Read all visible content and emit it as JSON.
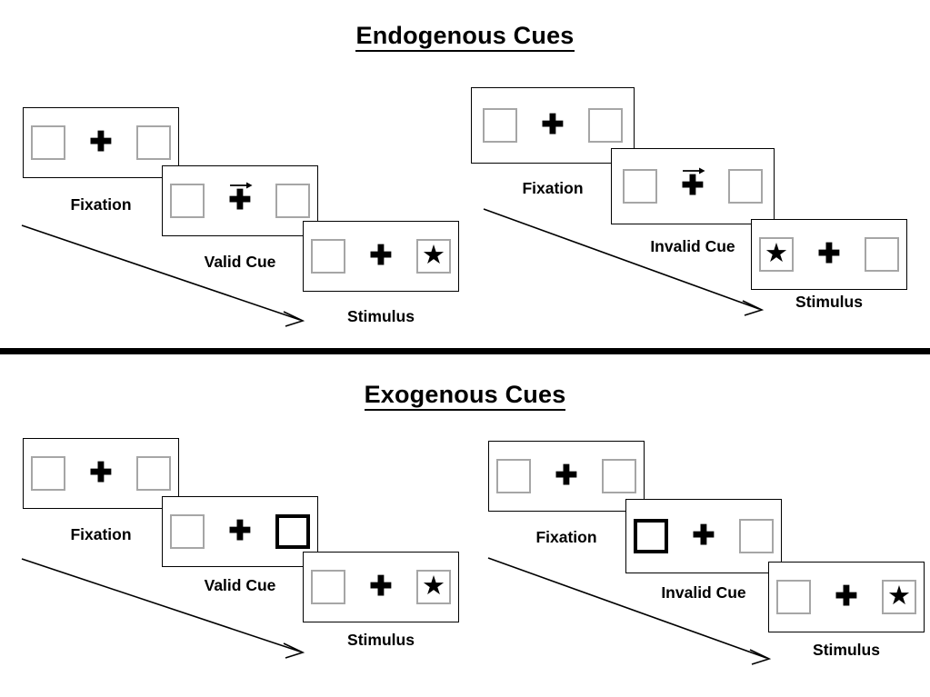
{
  "sections": [
    {
      "id": "endogenous",
      "title": "Endogenous Cues",
      "columns": [
        {
          "id": "endogenous-valid",
          "panels": [
            {
              "label": "Fixation",
              "left_content": "empty",
              "right_content": "empty",
              "cue": "none"
            },
            {
              "label": "Valid Cue",
              "left_content": "empty",
              "right_content": "empty",
              "cue": "arrow-right"
            },
            {
              "label": "Stimulus",
              "left_content": "empty",
              "right_content": "star",
              "cue": "none"
            }
          ]
        },
        {
          "id": "endogenous-invalid",
          "panels": [
            {
              "label": "Fixation",
              "left_content": "empty",
              "right_content": "empty",
              "cue": "none"
            },
            {
              "label": "Invalid Cue",
              "left_content": "empty",
              "right_content": "empty",
              "cue": "arrow-right"
            },
            {
              "label": "Stimulus",
              "left_content": "star",
              "right_content": "empty",
              "cue": "none"
            }
          ]
        }
      ]
    },
    {
      "id": "exogenous",
      "title": "Exogenous Cues",
      "columns": [
        {
          "id": "exogenous-valid",
          "panels": [
            {
              "label": "Fixation",
              "left_content": "empty",
              "right_content": "empty",
              "cue": "none"
            },
            {
              "label": "Valid Cue",
              "left_content": "empty",
              "right_content": "empty",
              "cue": "box-right"
            },
            {
              "label": "Stimulus",
              "left_content": "empty",
              "right_content": "star",
              "cue": "none"
            }
          ]
        },
        {
          "id": "exogenous-invalid",
          "panels": [
            {
              "label": "Fixation",
              "left_content": "empty",
              "right_content": "empty",
              "cue": "none"
            },
            {
              "label": "Invalid Cue",
              "left_content": "empty",
              "right_content": "empty",
              "cue": "box-left"
            },
            {
              "label": "Stimulus",
              "left_content": "empty",
              "right_content": "star",
              "cue": "none"
            }
          ]
        }
      ]
    }
  ],
  "glyphs": {
    "fixation_cross": "✚",
    "star": "★"
  },
  "colors": {
    "frame": "#000000",
    "box_border": "#a6a6a6",
    "cued_box_border": "#000000",
    "background": "#ffffff",
    "divider": "#000000"
  }
}
